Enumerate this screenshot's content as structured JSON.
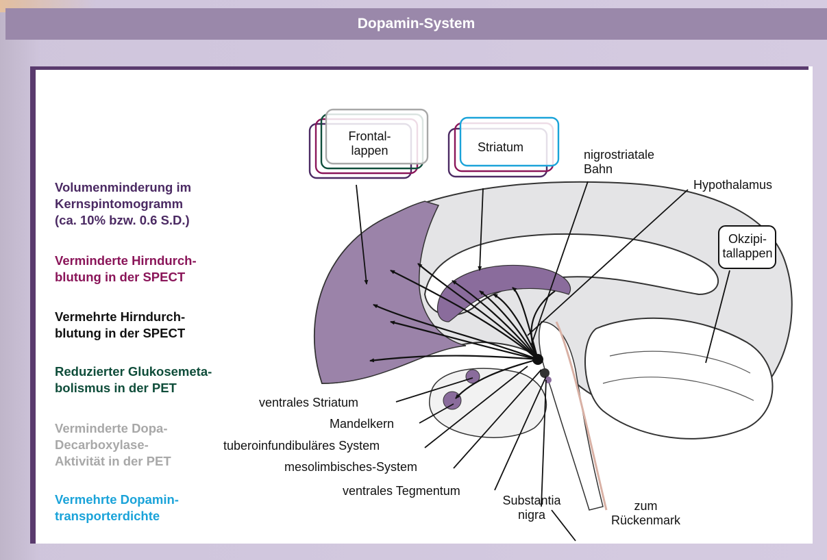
{
  "title": "Dopamin-System",
  "legend": [
    {
      "lines": [
        "Volumenminderung im",
        "Kernspintomogramm",
        "(ca. 10% bzw. 0.6 S.D.)"
      ],
      "color": "#4b2a63"
    },
    {
      "lines": [
        "Verminderte Hirndurch-",
        "blutung in der SPECT"
      ],
      "color": "#8a1559"
    },
    {
      "lines": [
        "Vermehrte Hirndurch-",
        "blutung in der SPECT"
      ],
      "color": "#111111"
    },
    {
      "lines": [
        "Reduzierter Glukosemeta-",
        "bolismus in der PET"
      ],
      "color": "#0f4d3a"
    },
    {
      "lines": [
        "Verminderte Dopa-",
        "Decarboxylase-",
        "Aktivität in der PET"
      ],
      "color": "#a8a8a8"
    },
    {
      "lines": [
        "Vermehrte Dopamin-",
        "transporterdichte"
      ],
      "color": "#1aa3d9"
    }
  ],
  "box_colors": {
    "frontal": [
      "#4b2a63",
      "#8a1559",
      "#0f4d3a",
      "#a8a8a8"
    ],
    "striatum": [
      "#4b2a63",
      "#8a1559",
      "#1aa3d9"
    ]
  },
  "labels": {
    "frontal": [
      "Frontal-",
      "lappen"
    ],
    "striatum": "Striatum",
    "nigrostriatal": [
      "nigrostriatale",
      "Bahn"
    ],
    "hypothalamus": "Hypothalamus",
    "okzipital": [
      "Okzipi-",
      "tallappen"
    ],
    "ventrales_striatum": "ventrales Striatum",
    "mandelkern": "Mandelkern",
    "tuberoinfundibular": "tuberoinfundibuläres System",
    "mesolimbisch": "mesolimbisches-System",
    "ventrales_tegmentum": "ventrales Tegmentum",
    "substantia": [
      "Substantia",
      "nigra"
    ],
    "rueckenmark": [
      "zum",
      "Rückenmark"
    ]
  }
}
